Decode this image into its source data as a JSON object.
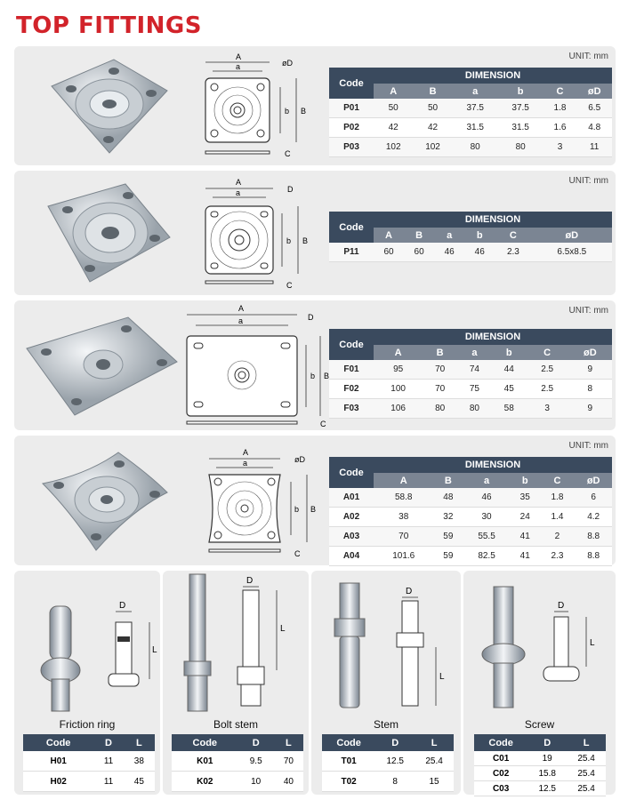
{
  "title": "TOP FITTINGS",
  "unit_label": "UNIT: mm",
  "dimension_label": "DIMENSION",
  "code_label": "Code",
  "columns": [
    "A",
    "B",
    "a",
    "b",
    "C",
    "øD"
  ],
  "plates": [
    {
      "rows": [
        [
          "P01",
          "50",
          "50",
          "37.5",
          "37.5",
          "1.8",
          "6.5"
        ],
        [
          "P02",
          "42",
          "42",
          "31.5",
          "31.5",
          "1.6",
          "4.8"
        ],
        [
          "P03",
          "102",
          "102",
          "80",
          "80",
          "3",
          "11"
        ]
      ],
      "drawing_labels": {
        "A": "A",
        "a": "a",
        "D": "øD",
        "b": "b",
        "B": "B",
        "C": "C"
      }
    },
    {
      "rows": [
        [
          "P11",
          "60",
          "60",
          "46",
          "46",
          "2.3",
          "6.5x8.5"
        ]
      ],
      "drawing_labels": {
        "A": "A",
        "a": "a",
        "D": "D",
        "b": "b",
        "B": "B",
        "C": "C"
      }
    },
    {
      "rows": [
        [
          "F01",
          "95",
          "70",
          "74",
          "44",
          "2.5",
          "9"
        ],
        [
          "F02",
          "100",
          "70",
          "75",
          "45",
          "2.5",
          "8"
        ],
        [
          "F03",
          "106",
          "80",
          "80",
          "58",
          "3",
          "9"
        ]
      ],
      "drawing_labels": {
        "A": "A",
        "a": "a",
        "D": "D",
        "b": "b",
        "B": "B",
        "C": "C"
      }
    },
    {
      "rows": [
        [
          "A01",
          "58.8",
          "48",
          "46",
          "35",
          "1.8",
          "6"
        ],
        [
          "A02",
          "38",
          "32",
          "30",
          "24",
          "1.4",
          "4.2"
        ],
        [
          "A03",
          "70",
          "59",
          "55.5",
          "41",
          "2",
          "8.8"
        ],
        [
          "A04",
          "101.6",
          "59",
          "82.5",
          "41",
          "2.3",
          "8.8"
        ]
      ],
      "drawing_labels": {
        "A": "A",
        "a": "a",
        "D": "øD",
        "b": "b",
        "B": "B",
        "C": "C"
      }
    }
  ],
  "stems": [
    {
      "caption": "Friction ring",
      "cols": [
        "Code",
        "D",
        "L"
      ],
      "rows": [
        [
          "H01",
          "11",
          "38"
        ],
        [
          "H02",
          "11",
          "45"
        ]
      ],
      "labels": {
        "D": "D",
        "L": "L"
      }
    },
    {
      "caption": "Bolt stem",
      "cols": [
        "Code",
        "D",
        "L"
      ],
      "rows": [
        [
          "K01",
          "9.5",
          "70"
        ],
        [
          "K02",
          "10",
          "40"
        ]
      ],
      "labels": {
        "D": "D",
        "L": "L"
      }
    },
    {
      "caption": "Stem",
      "cols": [
        "Code",
        "D",
        "L"
      ],
      "rows": [
        [
          "T01",
          "12.5",
          "25.4"
        ],
        [
          "T02",
          "8",
          "15"
        ]
      ],
      "labels": {
        "D": "D",
        "L": "L"
      }
    },
    {
      "caption": "Screw",
      "cols": [
        "Code",
        "D",
        "L"
      ],
      "rows": [
        [
          "C01",
          "19",
          "25.4"
        ],
        [
          "C02",
          "15.8",
          "25.4"
        ],
        [
          "C03",
          "12.5",
          "25.4"
        ]
      ],
      "labels": {
        "D": "D",
        "L": "L"
      }
    }
  ]
}
